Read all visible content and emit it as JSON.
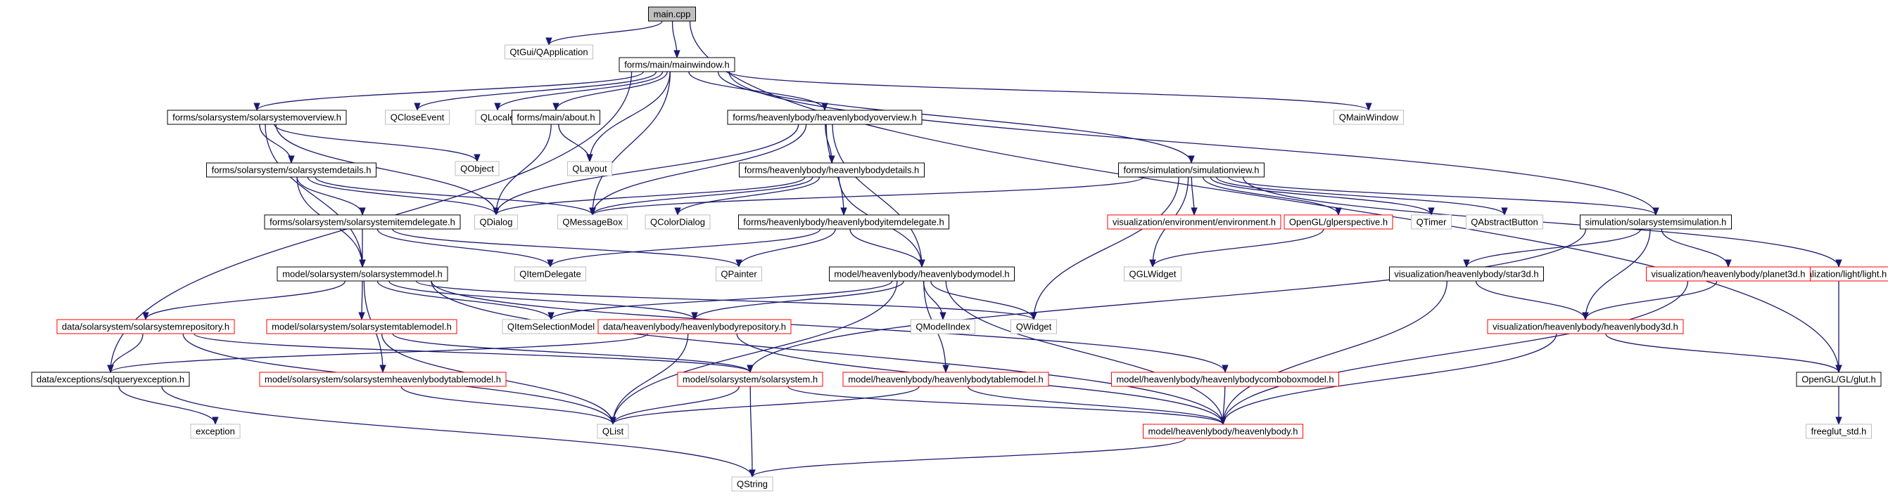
{
  "nodes": [
    {
      "id": "main",
      "label": "main.cpp",
      "style": "root"
    },
    {
      "id": "qguiapp",
      "label": "QtGui/QApplication",
      "style": "gray"
    },
    {
      "id": "mainwindow",
      "label": "forms/main/mainwindow.h",
      "style": "black"
    },
    {
      "id": "ssoverview",
      "label": "forms/solarsystem/solarsystemoverview.h",
      "style": "black"
    },
    {
      "id": "qcloseevent",
      "label": "QCloseEvent",
      "style": "gray"
    },
    {
      "id": "qlocale",
      "label": "QLocale",
      "style": "gray"
    },
    {
      "id": "about",
      "label": "forms/main/about.h",
      "style": "black"
    },
    {
      "id": "hboverview",
      "label": "forms/heavenlybody/heavenlybodyoverview.h",
      "style": "black"
    },
    {
      "id": "qmainwindow",
      "label": "QMainWindow",
      "style": "gray"
    },
    {
      "id": "qobject",
      "label": "QObject",
      "style": "gray"
    },
    {
      "id": "qlayout",
      "label": "QLayout",
      "style": "gray"
    },
    {
      "id": "ssdetails",
      "label": "forms/solarsystem/solarsystemdetails.h",
      "style": "black"
    },
    {
      "id": "hbdetails",
      "label": "forms/heavenlybody/heavenlybodydetails.h",
      "style": "black"
    },
    {
      "id": "simview",
      "label": "forms/simulation/simulationview.h",
      "style": "black"
    },
    {
      "id": "qdialog",
      "label": "QDialog",
      "style": "gray"
    },
    {
      "id": "qmessagebox",
      "label": "QMessageBox",
      "style": "gray"
    },
    {
      "id": "qcolordialog",
      "label": "QColorDialog",
      "style": "gray"
    },
    {
      "id": "envh",
      "label": "visualization/environment/environment.h",
      "style": "red"
    },
    {
      "id": "glpersp",
      "label": "OpenGL/glperspective.h",
      "style": "red"
    },
    {
      "id": "qtimer",
      "label": "QTimer",
      "style": "gray"
    },
    {
      "id": "qabsbutton",
      "label": "QAbstractButton",
      "style": "gray"
    },
    {
      "id": "sssim",
      "label": "simulation/solarsystemsimulation.h",
      "style": "black"
    },
    {
      "id": "ssitemdel",
      "label": "forms/solarsystem/solarsystemitemdelegate.h",
      "style": "black"
    },
    {
      "id": "hbitemdel",
      "label": "forms/heavenlybody/heavenlybodyitemdelegate.h",
      "style": "black"
    },
    {
      "id": "qglwidget",
      "label": "QGLWidget",
      "style": "gray"
    },
    {
      "id": "lighth",
      "label": "visualization/light/light.h",
      "style": "red"
    },
    {
      "id": "ssmodel",
      "label": "model/solarsystem/solarsystemmodel.h",
      "style": "black"
    },
    {
      "id": "qitemdelegate",
      "label": "QItemDelegate",
      "style": "gray"
    },
    {
      "id": "qpainter",
      "label": "QPainter",
      "style": "gray"
    },
    {
      "id": "hbmodel",
      "label": "model/heavenlybody/heavenlybodymodel.h",
      "style": "black"
    },
    {
      "id": "star3d",
      "label": "visualization/heavenlybody/star3d.h",
      "style": "black"
    },
    {
      "id": "planet3d",
      "label": "visualization/heavenlybody/planet3d.h",
      "style": "red"
    },
    {
      "id": "ssrepo",
      "label": "data/solarsystem/solarsystemrepository.h",
      "style": "red"
    },
    {
      "id": "sstablemodel",
      "label": "model/solarsystem/solarsystemtablemodel.h",
      "style": "red"
    },
    {
      "id": "qitemselmodel",
      "label": "QItemSelectionModel",
      "style": "gray"
    },
    {
      "id": "hbrepo",
      "label": "data/heavenlybody/heavenlybodyrepository.h",
      "style": "red"
    },
    {
      "id": "qmodelindex",
      "label": "QModelIndex",
      "style": "gray"
    },
    {
      "id": "qwidget",
      "label": "QWidget",
      "style": "gray"
    },
    {
      "id": "hb3d",
      "label": "visualization/heavenlybody/heavenlybody3d.h",
      "style": "red"
    },
    {
      "id": "sqlexc",
      "label": "data/exceptions/sqlqueryexception.h",
      "style": "black"
    },
    {
      "id": "sshbtablemodel",
      "label": "model/solarsystem/solarsystemheavenlybodytablemodel.h",
      "style": "red"
    },
    {
      "id": "solarsystemh",
      "label": "model/solarsystem/solarsystem.h",
      "style": "red"
    },
    {
      "id": "hbtablemodel",
      "label": "model/heavenlybody/heavenlybodytablemodel.h",
      "style": "red"
    },
    {
      "id": "hbcombomodel",
      "label": "model/heavenlybody/heavenlybodycomboboxmodel.h",
      "style": "red"
    },
    {
      "id": "glut",
      "label": "OpenGL/GL/glut.h",
      "style": "black"
    },
    {
      "id": "exception",
      "label": "exception",
      "style": "gray"
    },
    {
      "id": "qlist",
      "label": "QList",
      "style": "gray"
    },
    {
      "id": "heavenlybodyh",
      "label": "model/heavenlybody/heavenlybody.h",
      "style": "red"
    },
    {
      "id": "freeglut",
      "label": "freeglut_std.h",
      "style": "gray"
    },
    {
      "id": "qstring",
      "label": "QString",
      "style": "gray"
    }
  ],
  "edges": [
    [
      "main",
      "qguiapp"
    ],
    [
      "main",
      "mainwindow"
    ],
    [
      "main",
      "glut"
    ],
    [
      "mainwindow",
      "ssoverview"
    ],
    [
      "mainwindow",
      "qcloseevent"
    ],
    [
      "mainwindow",
      "qlocale"
    ],
    [
      "mainwindow",
      "about"
    ],
    [
      "mainwindow",
      "hboverview"
    ],
    [
      "mainwindow",
      "qmainwindow"
    ],
    [
      "mainwindow",
      "qlayout"
    ],
    [
      "mainwindow",
      "qmessagebox"
    ],
    [
      "mainwindow",
      "simview"
    ],
    [
      "mainwindow",
      "sssim"
    ],
    [
      "mainwindow",
      "sqlexc"
    ],
    [
      "ssoverview",
      "qobject"
    ],
    [
      "ssoverview",
      "ssdetails"
    ],
    [
      "ssoverview",
      "qdialog"
    ],
    [
      "ssoverview",
      "ssmodel"
    ],
    [
      "about",
      "qlayout"
    ],
    [
      "about",
      "qdialog"
    ],
    [
      "hboverview",
      "hbdetails"
    ],
    [
      "hboverview",
      "qdialog"
    ],
    [
      "hboverview",
      "qmessagebox"
    ],
    [
      "hboverview",
      "hbitemdel"
    ],
    [
      "hboverview",
      "hbmodel"
    ],
    [
      "ssdetails",
      "ssitemdel"
    ],
    [
      "ssdetails",
      "qdialog"
    ],
    [
      "ssdetails",
      "qmessagebox"
    ],
    [
      "ssdetails",
      "ssmodel"
    ],
    [
      "hbdetails",
      "qdialog"
    ],
    [
      "hbdetails",
      "qmessagebox"
    ],
    [
      "hbdetails",
      "qcolordialog"
    ],
    [
      "hbdetails",
      "hbmodel"
    ],
    [
      "simview",
      "qmessagebox"
    ],
    [
      "simview",
      "envh"
    ],
    [
      "simview",
      "glpersp"
    ],
    [
      "simview",
      "qtimer"
    ],
    [
      "simview",
      "qabsbutton"
    ],
    [
      "simview",
      "sssim"
    ],
    [
      "simview",
      "lighth"
    ],
    [
      "simview",
      "qglwidget"
    ],
    [
      "simview",
      "qwidget"
    ],
    [
      "glpersp",
      "qglwidget"
    ],
    [
      "ssitemdel",
      "ssmodel"
    ],
    [
      "ssitemdel",
      "qitemdelegate"
    ],
    [
      "ssitemdel",
      "qpainter"
    ],
    [
      "hbitemdel",
      "qitemdelegate"
    ],
    [
      "hbitemdel",
      "qpainter"
    ],
    [
      "hbitemdel",
      "hbmodel"
    ],
    [
      "sssim",
      "star3d"
    ],
    [
      "sssim",
      "planet3d"
    ],
    [
      "sssim",
      "hb3d"
    ],
    [
      "sssim",
      "solarsystemh"
    ],
    [
      "lighth",
      "glut"
    ],
    [
      "ssmodel",
      "ssrepo"
    ],
    [
      "ssmodel",
      "sstablemodel"
    ],
    [
      "ssmodel",
      "qitemselmodel"
    ],
    [
      "ssmodel",
      "hbrepo"
    ],
    [
      "ssmodel",
      "qwidget"
    ],
    [
      "ssmodel",
      "hbcombomodel"
    ],
    [
      "ssmodel",
      "sshbtablemodel"
    ],
    [
      "ssmodel",
      "heavenlybodyh"
    ],
    [
      "hbmodel",
      "qitemselmodel"
    ],
    [
      "hbmodel",
      "hbrepo"
    ],
    [
      "hbmodel",
      "qmodelindex"
    ],
    [
      "hbmodel",
      "qwidget"
    ],
    [
      "hbmodel",
      "hbtablemodel"
    ],
    [
      "hbmodel",
      "qlist"
    ],
    [
      "hbmodel",
      "heavenlybodyh"
    ],
    [
      "star3d",
      "hb3d"
    ],
    [
      "star3d",
      "heavenlybodyh"
    ],
    [
      "planet3d",
      "hb3d"
    ],
    [
      "planet3d",
      "heavenlybodyh"
    ],
    [
      "ssrepo",
      "sqlexc"
    ],
    [
      "ssrepo",
      "solarsystemh"
    ],
    [
      "ssrepo",
      "qlist"
    ],
    [
      "sstablemodel",
      "solarsystemh"
    ],
    [
      "sstablemodel",
      "qlist"
    ],
    [
      "hbrepo",
      "sqlexc"
    ],
    [
      "hbrepo",
      "qlist"
    ],
    [
      "hbrepo",
      "heavenlybodyh"
    ],
    [
      "hb3d",
      "heavenlybodyh"
    ],
    [
      "hb3d",
      "glut"
    ],
    [
      "sqlexc",
      "exception"
    ],
    [
      "sqlexc",
      "qstring"
    ],
    [
      "sshbtablemodel",
      "qlist"
    ],
    [
      "solarsystemh",
      "qlist"
    ],
    [
      "solarsystemh",
      "qstring"
    ],
    [
      "solarsystemh",
      "heavenlybodyh"
    ],
    [
      "hbtablemodel",
      "qlist"
    ],
    [
      "hbtablemodel",
      "heavenlybodyh"
    ],
    [
      "hbcombomodel",
      "heavenlybodyh"
    ],
    [
      "heavenlybodyh",
      "qstring"
    ],
    [
      "glut",
      "freeglut"
    ]
  ],
  "colors": {
    "edge": "#191970",
    "border_black": "#000000",
    "border_gray": "#bfbfbf",
    "border_red": "#ff0000",
    "root_fill": "#bfbfbf",
    "text": "#000000",
    "gray_text": "#000000"
  }
}
